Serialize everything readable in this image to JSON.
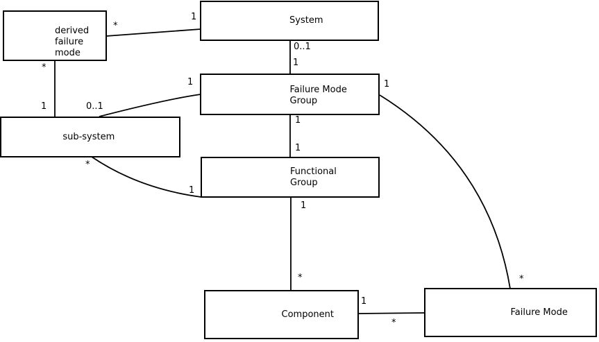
{
  "diagram": {
    "type": "entity-association-diagram",
    "background_color": "#ffffff",
    "line_color": "#000000",
    "text_color": "#000000",
    "entities": [
      {
        "id": "derived-failure-mode",
        "label": "derived\nfailure\nmode"
      },
      {
        "id": "system",
        "label": "System"
      },
      {
        "id": "failure-mode-group",
        "label": "Failure Mode\nGroup"
      },
      {
        "id": "sub-system",
        "label": "sub-system"
      },
      {
        "id": "functional-group",
        "label": "Functional\nGroup"
      },
      {
        "id": "component",
        "label": "Component"
      },
      {
        "id": "failure-mode",
        "label": "Failure Mode"
      }
    ],
    "associations": [
      {
        "from": "derived failure mode",
        "to": "System",
        "from_label": "*",
        "to_label": "1"
      },
      {
        "from": "System",
        "to": "Failure Mode Group",
        "from_label": "0..1",
        "to_label": "1"
      },
      {
        "from": "Failure Mode Group",
        "to": "Functional Group",
        "from_label": "1",
        "to_label": "1"
      },
      {
        "from": "Functional Group",
        "to": "Component",
        "from_label": "1",
        "to_label": "*"
      },
      {
        "from": "derived failure mode",
        "to": "sub-system",
        "from_label": "*",
        "to_label": "1"
      },
      {
        "from": "sub-system",
        "to": "Failure Mode Group",
        "from_label": "0..1",
        "to_label": "1"
      },
      {
        "from": "sub-system",
        "to": "Functional Group",
        "from_label": "*",
        "to_label": "1"
      },
      {
        "from": "Failure Mode Group",
        "to": "Failure Mode",
        "from_label": "1",
        "to_label": "*"
      },
      {
        "from": "Component",
        "to": "Failure Mode",
        "from_label": "1",
        "to_label": "*"
      }
    ]
  }
}
